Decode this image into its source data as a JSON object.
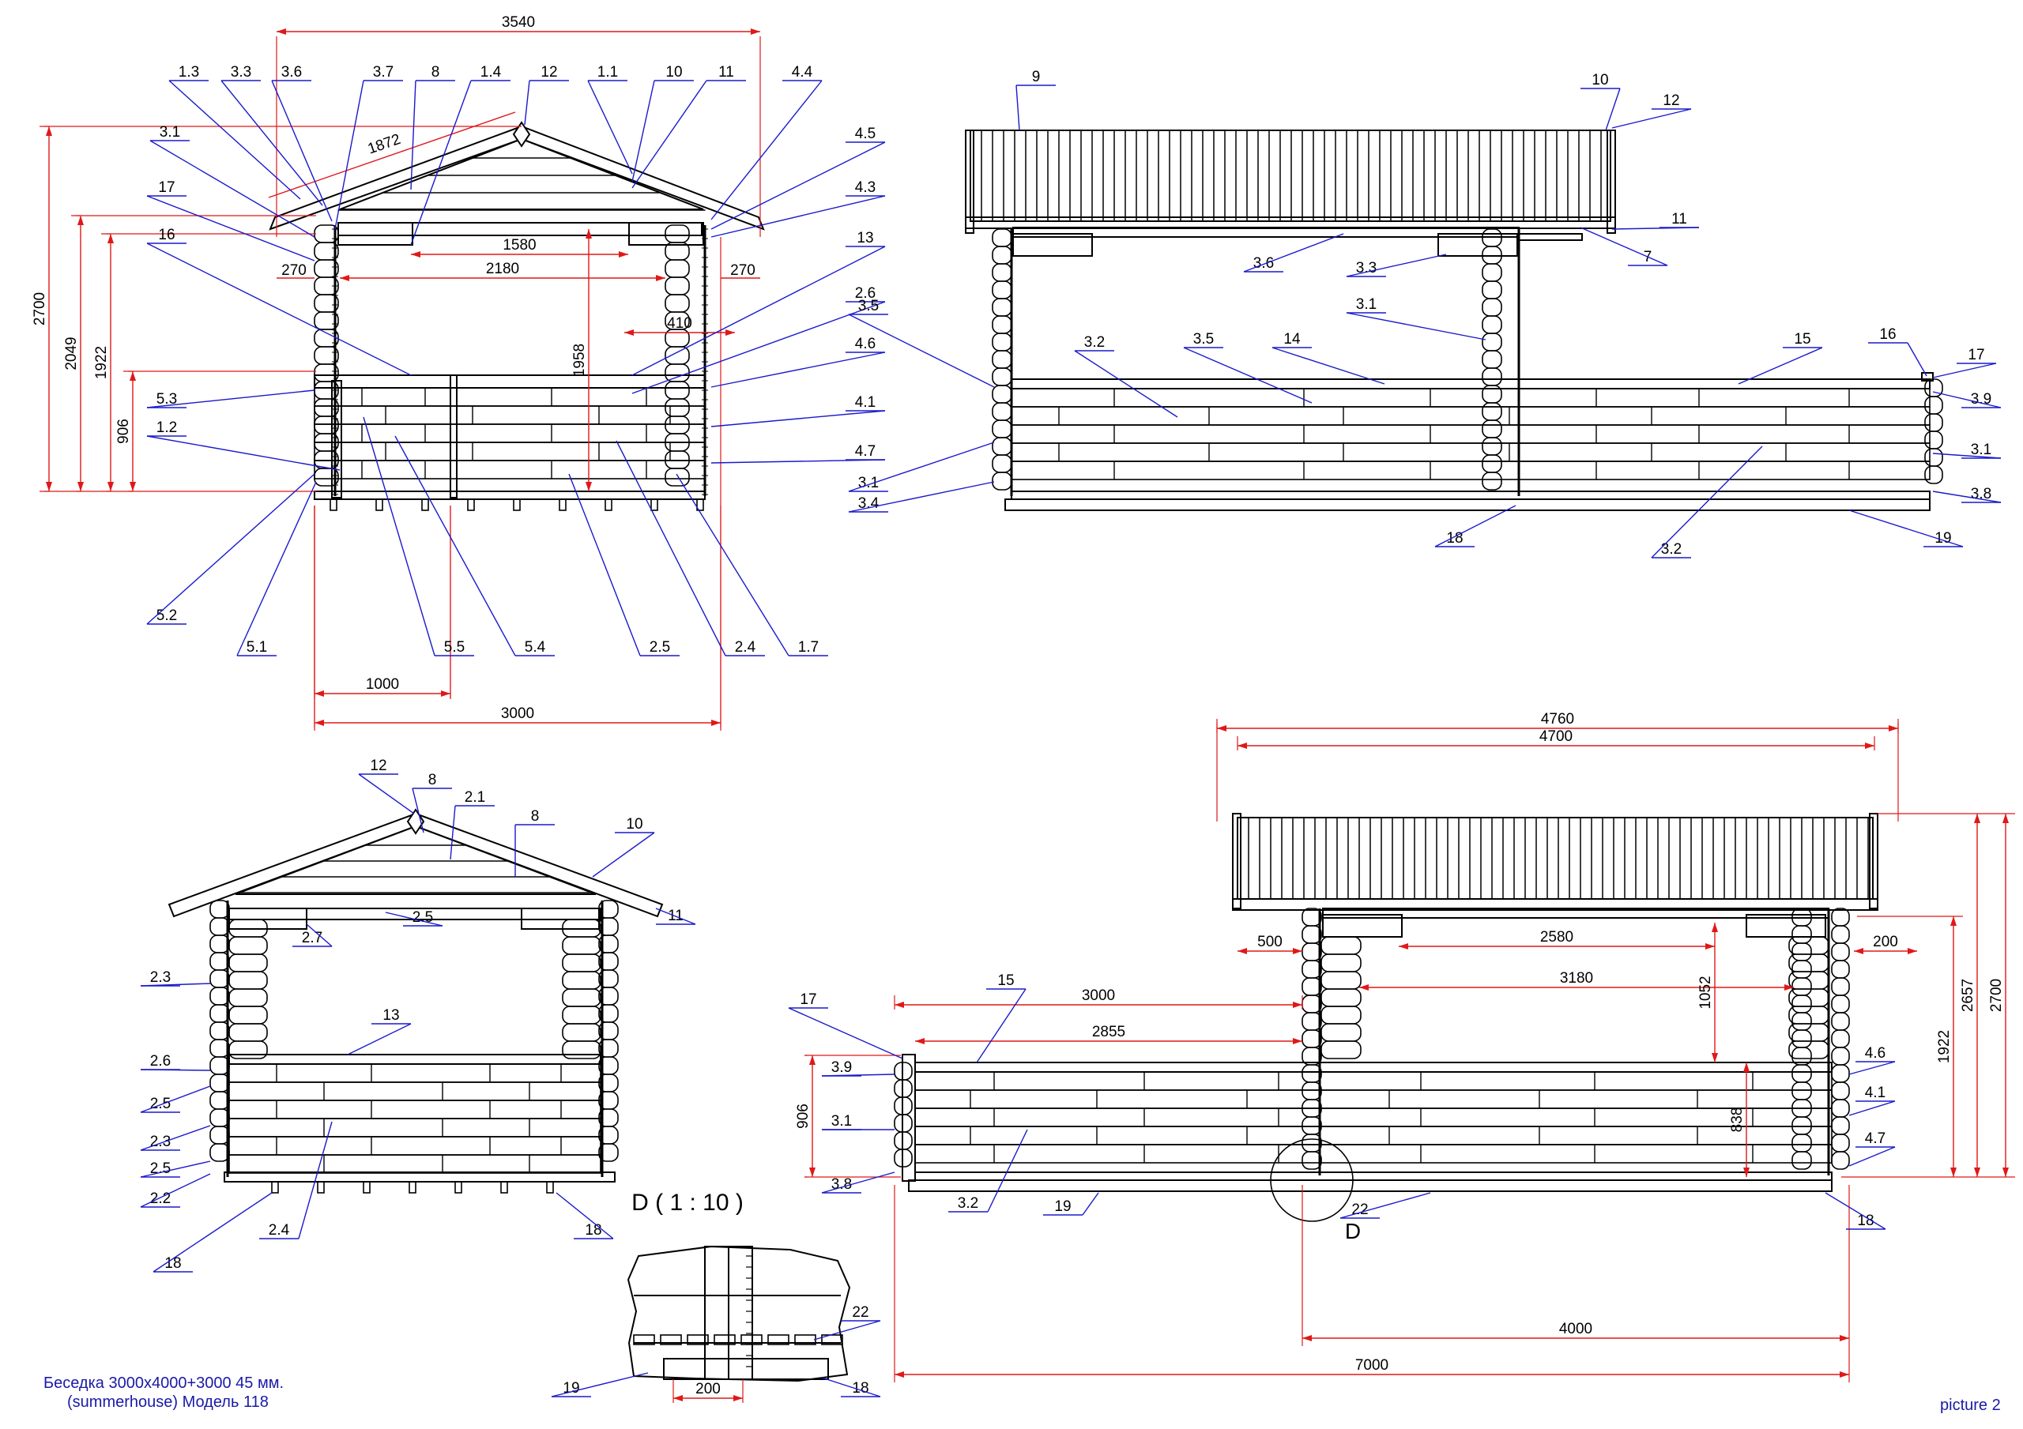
{
  "colors": {
    "outline": "#000000",
    "leader": "#1a1acc",
    "dimension": "#e01818",
    "caption": "#1a1aa8"
  },
  "views": {
    "front": {
      "dims": [
        "3540",
        "1872",
        "2700",
        "2049",
        "1922",
        "906",
        "270",
        "270",
        "1580",
        "2180",
        "1958",
        "410",
        "1000",
        "3000"
      ],
      "labels": [
        "1.3",
        "3.3",
        "3.6",
        "3.7",
        "8",
        "1.4",
        "12",
        "1.1",
        "10",
        "11",
        "4.4",
        "3.1",
        "17",
        "16",
        "4.5",
        "4.3",
        "13",
        "2.6",
        "4.6",
        "5.3",
        "1.2",
        "4.1",
        "4.7",
        "5.2",
        "5.1",
        "5.5",
        "5.4",
        "2.5",
        "2.4",
        "1.7"
      ]
    },
    "side_top": {
      "labels": [
        "9",
        "10",
        "12",
        "11",
        "7",
        "3.6",
        "3.3",
        "3.1",
        "3.5",
        "3.2",
        "3.5",
        "14",
        "15",
        "16",
        "17",
        "3.9",
        "3.1",
        "3.8",
        "3.1",
        "3.4",
        "18",
        "19",
        "3.2"
      ]
    },
    "side_bottom_left": {
      "labels": [
        "12",
        "8",
        "2.1",
        "8",
        "10",
        "11",
        "2.5",
        "2.7",
        "2.3",
        "13",
        "2.6",
        "2.5",
        "2.3",
        "2.5",
        "2.2",
        "2.4",
        "18",
        "18"
      ]
    },
    "plan": {
      "dims": [
        "4760",
        "4700",
        "500",
        "2580",
        "200",
        "3180",
        "3000",
        "2855",
        "1052",
        "838",
        "906",
        "1922",
        "2657",
        "2700",
        "4000",
        "7000"
      ],
      "labels": [
        "15",
        "17",
        "3.9",
        "3.1",
        "3.8",
        "3.2",
        "19",
        "22",
        "D",
        "18",
        "4.6",
        "4.1",
        "4.7"
      ],
      "detail_ref": "D"
    },
    "detail": {
      "title": "D ( 1 : 10 )",
      "dims": [
        "200"
      ],
      "labels": [
        "22",
        "19",
        "18"
      ]
    }
  },
  "captions": {
    "model_line1": "Беседка 3000x4000+3000      45 мм.",
    "model_line2": "(summerhouse) Модель 118",
    "picture": "picture 2"
  }
}
